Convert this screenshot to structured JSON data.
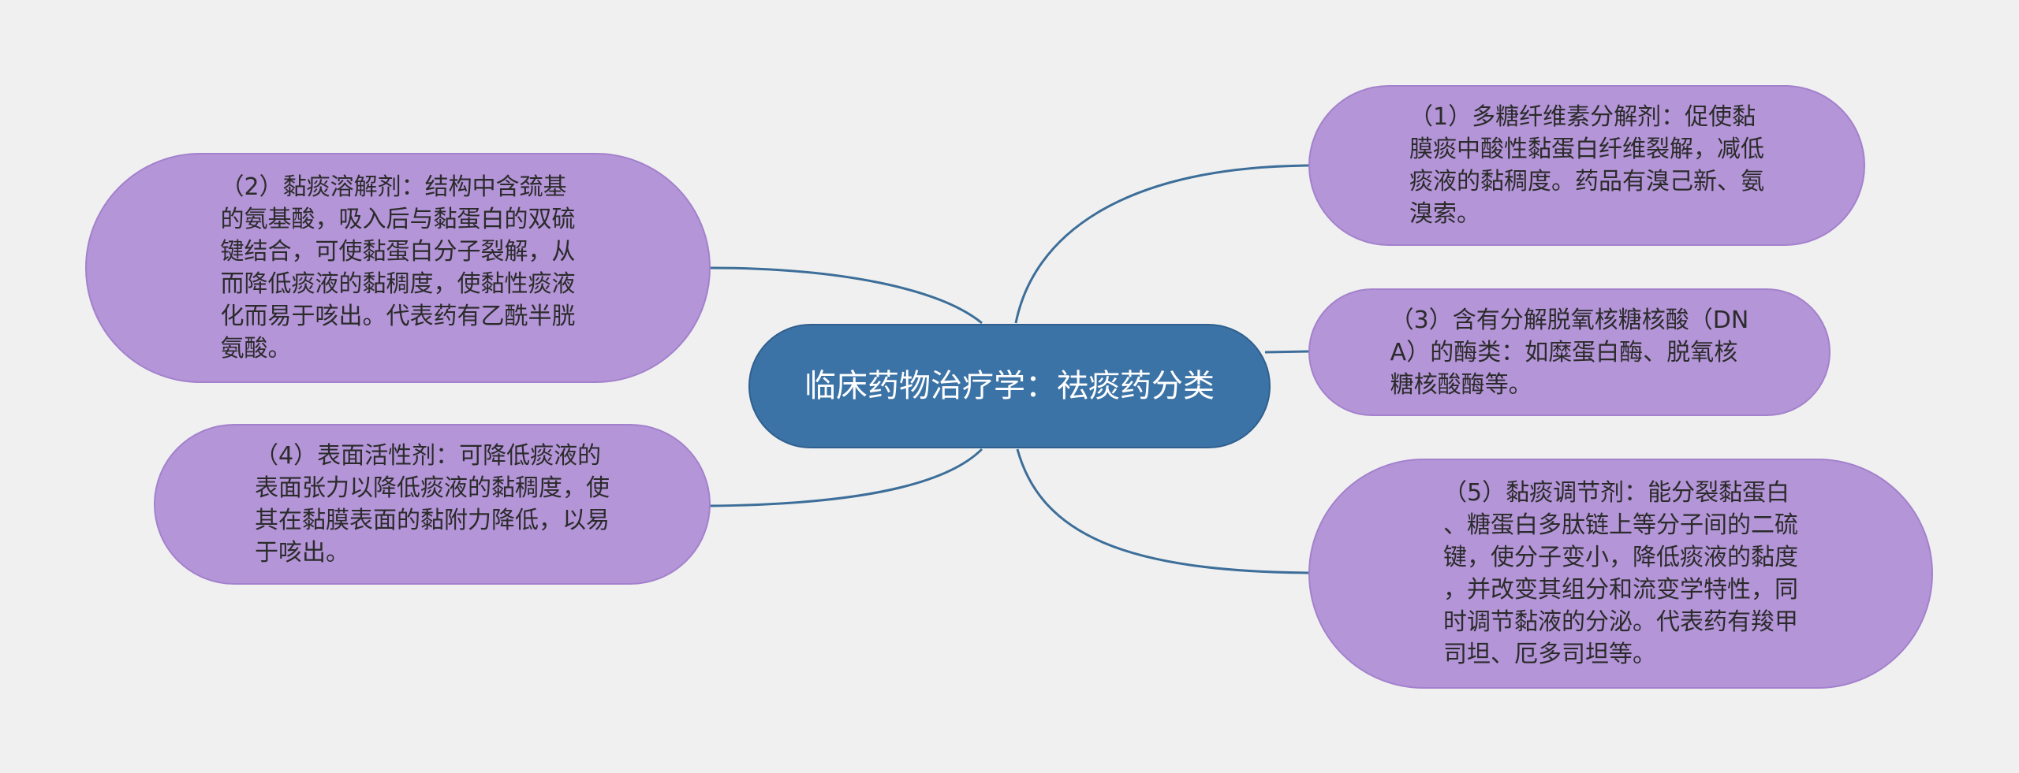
{
  "colors": {
    "background": "#f0f0f0",
    "center_fill": "#3c73a6",
    "topic_fill": "#b495d8",
    "link": "#3c6e99"
  },
  "center": {
    "text": "临床药物治疗学：祛痰药分类"
  },
  "topics": {
    "t1": {
      "text": "（1）多糖纤维素分解剂：促使黏\n膜痰中酸性黏蛋白纤维裂解，减低\n痰液的黏稠度。药品有溴己新、氨\n溴索。"
    },
    "t2": {
      "text": "（2）黏痰溶解剂：结构中含巯基\n的氨基酸，吸入后与黏蛋白的双硫\n键结合，可使黏蛋白分子裂解，从\n而降低痰液的黏稠度，使黏性痰液\n化而易于咳出。代表药有乙酰半胱\n氨酸。"
    },
    "t3": {
      "text": "（3）含有分解脱氧核糖核酸（DN\nA）的酶类：如糜蛋白酶、脱氧核\n糖核酸酶等。"
    },
    "t4": {
      "text": "（4）表面活性剂：可降低痰液的\n表面张力以降低痰液的黏稠度，使\n其在黏膜表面的黏附力降低，以易\n于咳出。"
    },
    "t5": {
      "text": "（5）黏痰调节剂：能分裂黏蛋白\n、糖蛋白多肽链上等分子间的二硫\n键，使分子变小，降低痰液的黏度\n，并改变其组分和流变学特性，同\n时调节黏液的分泌。代表药有羧甲\n司坦、厄多司坦等。"
    }
  }
}
